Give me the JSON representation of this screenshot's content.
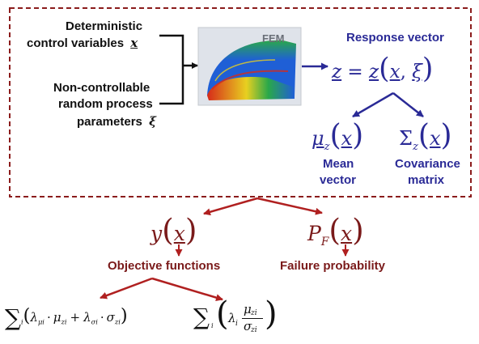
{
  "inputs": {
    "deterministic_line1": "Deterministic",
    "deterministic_line2": "control variables",
    "deterministic_symbol": "x",
    "random_line1": "Non-controllable",
    "random_line2": "random process",
    "random_line3": "parameters",
    "random_symbol": "ξ"
  },
  "fem": {
    "label": "FEM"
  },
  "response": {
    "title": "Response vector",
    "z": "z",
    "x": "x",
    "xi": "ξ"
  },
  "mean": {
    "symbol": "μ",
    "sub": "z",
    "arg": "x",
    "line1": "Mean",
    "line2": "vector"
  },
  "covariance": {
    "symbol": "Σ",
    "sub": "z",
    "arg": "x",
    "line1": "Covariance",
    "line2": "matrix"
  },
  "objective": {
    "y": "y",
    "arg": "x",
    "label": "Objective functions"
  },
  "failure": {
    "P": "P",
    "sub": "F",
    "arg": "x",
    "label": "Failure probability"
  },
  "formula1": {
    "sum": "∑",
    "i": "i",
    "lam_mu": "λ",
    "lam_mu_sub": "μi",
    "dot": "·",
    "mu": "μ",
    "mu_sub": "zi",
    "plus": "+",
    "lam_s": "λ",
    "lam_s_sub": "σi",
    "sigma": "σ",
    "sigma_sub": "zi"
  },
  "formula2": {
    "sum": "∑",
    "i": "i",
    "lam": "λ",
    "lam_sub": "i",
    "num": "μ",
    "num_sub": "zi",
    "den": "σ",
    "den_sub": "zi"
  },
  "colors": {
    "border": "#8b1c1c",
    "blue_text": "#2a2a96",
    "blue_arrow": "#2a2a96",
    "red_text": "#7a1a1a",
    "red_arrow": "#b02020",
    "fem_blue": "#1f5fd6",
    "fem_red": "#d62a1a",
    "fem_yellow": "#e8d020",
    "fem_green": "#2aa84a"
  }
}
